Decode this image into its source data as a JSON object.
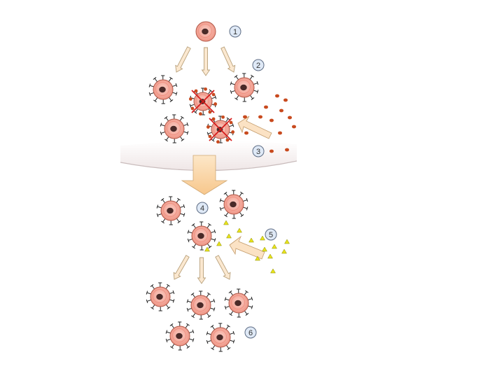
{
  "colors": {
    "cell_fill": "#f4a79b",
    "cell_inner": "#e88677",
    "cell_outline": "#b35a4a",
    "nucleus": "#4a2a28",
    "receptor": "#222222",
    "arrow_fill": "#fbe8d0",
    "arrow_stroke": "#b8a07a",
    "big_arrow": "#fbd9a9",
    "membrane": "#f3ecec",
    "membrane_line": "#c9bcbc",
    "antigen": "#c84a1e",
    "cross": "#d51c1c",
    "ligand": "#e8e31a",
    "badge_fill": "#dfe9f6",
    "badge_stroke": "#5d6c84"
  },
  "steps": [
    {
      "number": "1"
    },
    {
      "number": "2"
    },
    {
      "number": "3"
    },
    {
      "number": "4"
    },
    {
      "number": "5"
    },
    {
      "number": "6"
    }
  ]
}
